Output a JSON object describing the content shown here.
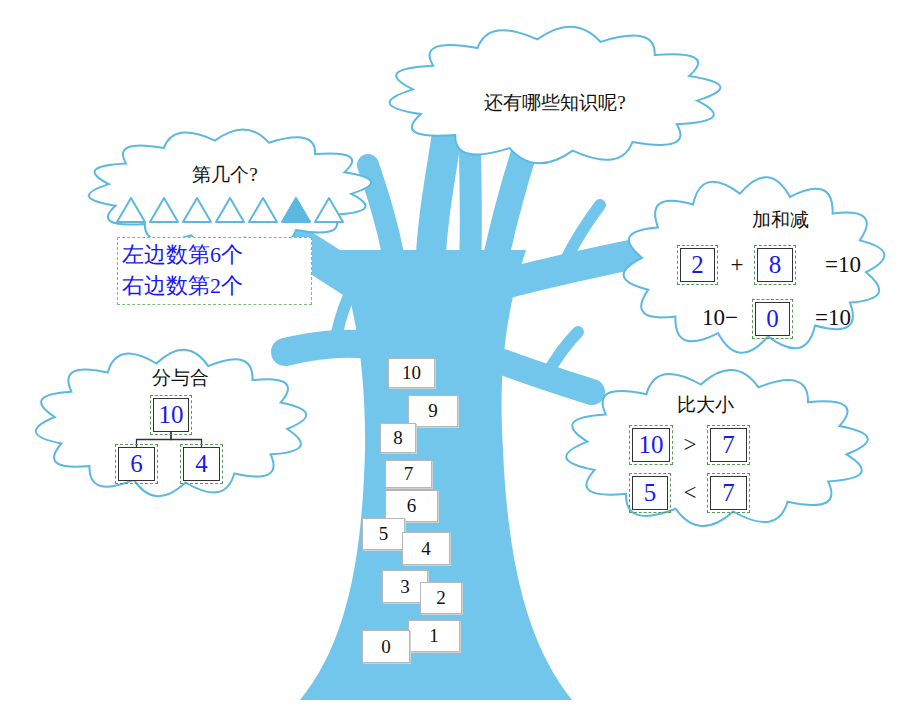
{
  "diagram": {
    "nodes": [
      {
        "text": [
          "还有哪些知识呢?"
        ]
      },
      {
        "text": [
          "第几个?"
        ]
      },
      {
        "text": [
          "左边数第6个",
          "右边数第2个"
        ],
        "in": 1
      },
      {
        "text": [
          "加和减",
          "+",
          "=10",
          "10−",
          "=10"
        ]
      },
      {
        "text": [
          "2"
        ],
        "in": 3
      },
      {
        "text": [
          "8"
        ],
        "in": 3
      },
      {
        "text": [
          "0"
        ],
        "in": 3
      },
      {
        "text": [
          "分与合"
        ]
      },
      {
        "text": [
          "10"
        ],
        "in": 7
      },
      {
        "text": [
          "6"
        ],
        "in": 7
      },
      {
        "text": [
          "4"
        ],
        "in": 7
      },
      {
        "text": [
          "比大小",
          ">",
          "<"
        ]
      },
      {
        "text": [
          "10"
        ],
        "in": 11
      },
      {
        "text": [
          "7"
        ],
        "in": 11
      },
      {
        "text": [
          "5"
        ],
        "in": 11
      },
      {
        "text": [
          "7"
        ],
        "in": 11
      },
      {
        "text": [
          "10"
        ]
      },
      {
        "text": [
          "9"
        ]
      },
      {
        "text": [
          "8"
        ]
      },
      {
        "text": [
          "7"
        ]
      },
      {
        "text": [
          "6"
        ]
      },
      {
        "text": [
          "5"
        ]
      },
      {
        "text": [
          "4"
        ]
      },
      {
        "text": [
          "3"
        ]
      },
      {
        "text": [
          "2"
        ]
      },
      {
        "text": [
          "1"
        ]
      },
      {
        "text": [
          "0"
        ]
      }
    ],
    "edges": [
      {
        "from": 8,
        "to": 9,
        "arrow": "none"
      },
      {
        "from": 8,
        "to": 10,
        "arrow": "none"
      }
    ]
  }
}
